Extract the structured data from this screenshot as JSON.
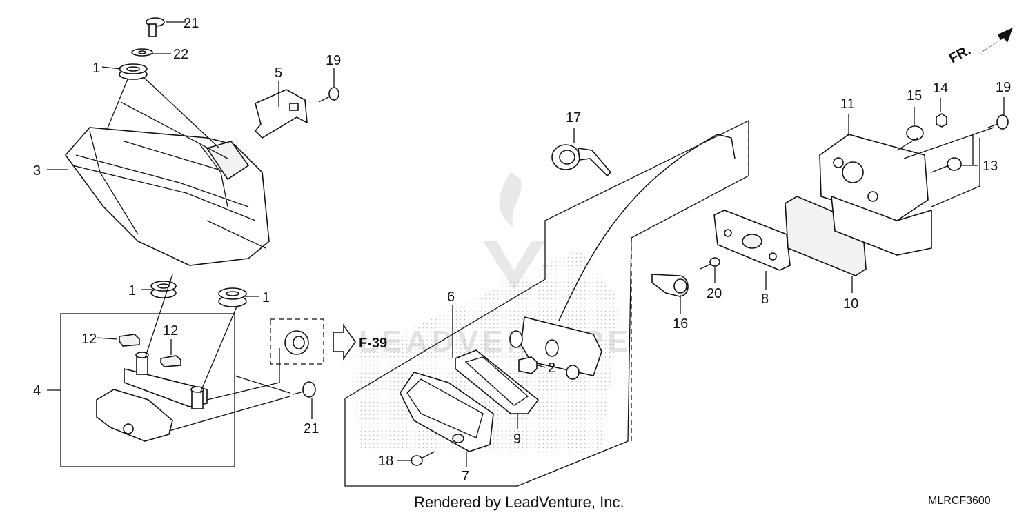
{
  "footer": {
    "rendered_by": "Rendered by LeadVenture, Inc.",
    "diagram_code": "MLRCF3600"
  },
  "direction": {
    "label": "FR."
  },
  "reference": {
    "label": "F-39"
  },
  "watermark": {
    "text": "LEADVENTURE"
  },
  "callouts": {
    "c1a": "1",
    "c1b": "1",
    "c1c": "1",
    "c2": "2",
    "c3": "3",
    "c4": "4",
    "c5": "5",
    "c6": "6",
    "c7": "7",
    "c8": "8",
    "c9": "9",
    "c10": "10",
    "c11": "11",
    "c12a": "12",
    "c12b": "12",
    "c13": "13",
    "c14": "14",
    "c15": "15",
    "c16": "16",
    "c17": "17",
    "c18": "18",
    "c19a": "19",
    "c19b": "19",
    "c20": "20",
    "c21a": "21",
    "c21b": "21",
    "c22": "22"
  }
}
